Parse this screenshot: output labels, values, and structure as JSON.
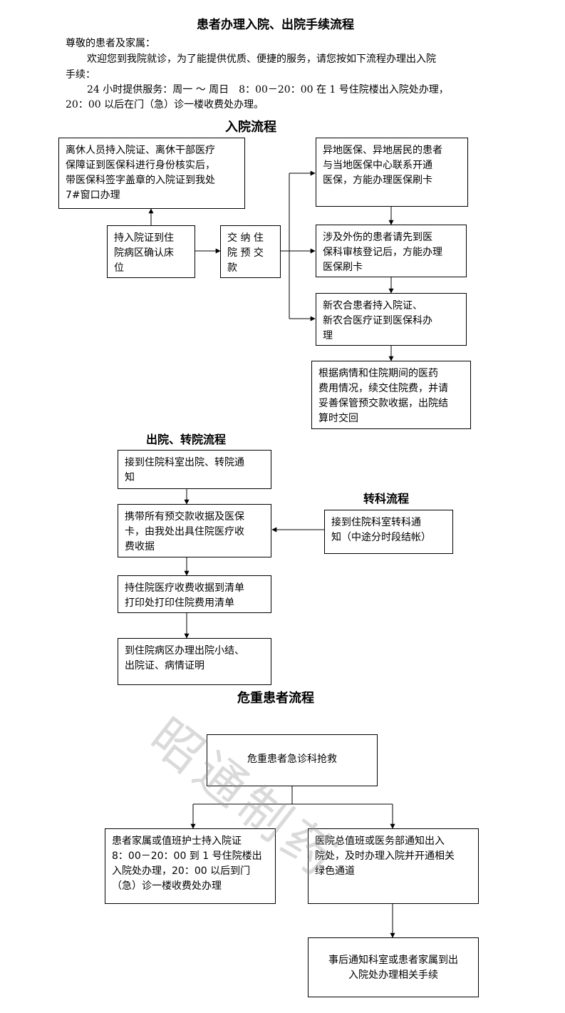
{
  "title": "患者办理入院、出院手续流程",
  "intro": {
    "greeting": "尊敬的患者及家属：",
    "line1": "欢迎您到我院就诊，为了能提供优质、便捷的服务，请您按如下流程办理出入院",
    "line2": "手续：",
    "line3": "24 小时提供服务：周一 ～ 周日　8：00－20：00 在 1 号住院楼出入院处办理，",
    "line4": "20：00 以后在门（急）诊一楼收费处办理。"
  },
  "admission": {
    "heading": "入院流程",
    "retired": "离休人员持入院证、离休干部医疗\n保障证到医保科进行身份核实后，\n带医保科签字盖章的入院证到我处\n7#窗口办理",
    "confirm_bed": "持入院证到住\n院病区确认床\n位",
    "pay_deposit": "交 纳 住\n院 预 交\n款",
    "remote_insurance": "异地医保、异地居民的患者\n与当地医保中心联系开通\n医保，方能办理医保刷卡",
    "injury": "涉及外伤的患者请先到医\n保科审核登记后，方能办理\n医保刷卡",
    "rural_coop": "新农合患者持入院证、\n新农合医疗证到医保科办\n理",
    "keep_receipt": "根据病情和住院期间的医药\n费用情况，续交住院费，并请\n妥善保管预交款收据，出院结\n算时交回"
  },
  "discharge": {
    "heading": "出院、转院流程",
    "notice": "接到住院科室出院、转院通\n知",
    "bring_receipts": "携带所有预交款收据及医保\n卡，由我处出具住院医疗收\n费收据",
    "print_list": "持住院医疗收费收据到清单\n打印处打印住院费用清单",
    "ward_summary": "到住院病区办理出院小结、\n出院证、病情证明"
  },
  "transfer": {
    "heading": "转科流程",
    "notice": "接到住院科室转科通\n知（中途分时段结帐）"
  },
  "critical": {
    "heading": "危重患者流程",
    "rescue": "危重患者急诊科抢救",
    "family": "患者家属或值班护士持入院证\n8：00－20：00 到 1 号住院楼出\n入院处办理，20：00 以后到门\n（急）诊一楼收费处办理",
    "green_channel": "医院总值班或医务部通知出入\n院处，及时办理入院并开通相关\n绿色通道",
    "afterwards": "事后通知科室或患者家属到出\n入院处办理相关手续"
  },
  "watermark": "昭通制药"
}
